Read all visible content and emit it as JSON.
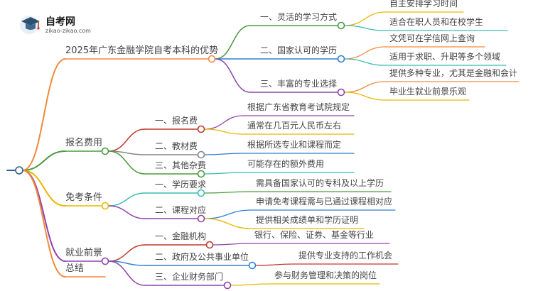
{
  "logo": {
    "title": "自考网",
    "url": "zikao-zikao.com"
  },
  "mindmap": {
    "root": "",
    "branches": [
      {
        "label": "2025年广东金融学院自考本科的优势",
        "color": "#f08a3c",
        "children": [
          {
            "label": "一、灵活的学习方式",
            "color": "#4a9a3c",
            "leaves": [
              {
                "label": "自主安排学习时间",
                "color": "#e6b800"
              },
              {
                "label": "适合在职人员和在校学生",
                "color": "#3dbbb0"
              }
            ]
          },
          {
            "label": "二、国家认可的学历",
            "color": "#2f7fd4",
            "leaves": [
              {
                "label": "文凭可在学信网上查询",
                "color": "#f08a3c"
              },
              {
                "label": "适用于求职、升职等多个领域",
                "color": "#3dbbb0"
              }
            ]
          },
          {
            "label": "三、丰富的专业选择",
            "color": "#8e44ad",
            "leaves": [
              {
                "label": "提供多种专业，尤其是金融和会计",
                "color": "#f08a3c"
              },
              {
                "label": "毕业生就业前景乐观",
                "color": "#e6b800"
              }
            ]
          }
        ]
      },
      {
        "label": "报名费用",
        "color": "#4a9a3c",
        "children": [
          {
            "label": "一、报名费",
            "color": "#c0392b",
            "leaves": [
              {
                "label": "根据广东省教育考试院规定",
                "color": "#8e44ad"
              },
              {
                "label": "通常在几百元人民币左右",
                "color": "#e6b800"
              }
            ]
          },
          {
            "label": "二、教材费",
            "color": "#888888",
            "leaves": [
              {
                "label": "根据所选专业和课程而定",
                "color": "#2f7fd4"
              }
            ]
          },
          {
            "label": "三、其他杂费",
            "color": "#4a9a3c",
            "leaves": [
              {
                "label": "可能存在的额外费用",
                "color": "#3dbbb0"
              }
            ]
          }
        ]
      },
      {
        "label": "免考条件",
        "color": "#e6b800",
        "children": [
          {
            "label": "一、学历要求",
            "color": "#3dbbb0",
            "leaves": [
              {
                "label": "需具备国家认可的专科及以上学历",
                "color": "#4a9a3c"
              }
            ]
          },
          {
            "label": "二、课程对应",
            "color": "#8e44ad",
            "leaves": [
              {
                "label": "申请免考课程需与已通过课程相对应",
                "color": "#2f7fd4"
              },
              {
                "label": "提供相关成绩单和学历证明",
                "color": "#e6b800"
              }
            ]
          }
        ]
      },
      {
        "label": "就业前景",
        "color": "#8e44ad",
        "children": [
          {
            "label": "一、金融机构",
            "color": "#c0392b",
            "leaves": [
              {
                "label": "银行、保险、证券、基金等行业",
                "color": "#8e44ad"
              }
            ]
          },
          {
            "label": "二、政府及公共事业单位",
            "color": "#2f7fd4",
            "leaves": [
              {
                "label": "提供专业支持的工作机会",
                "color": "#c0392b"
              }
            ]
          },
          {
            "label": "三、企业财务部门",
            "color": "#8e44ad",
            "leaves": [
              {
                "label": "参与财务管理和决策的岗位",
                "color": "#e6b800"
              }
            ]
          }
        ]
      },
      {
        "label": "总结",
        "color": "#f08a3c",
        "children": []
      }
    ]
  }
}
